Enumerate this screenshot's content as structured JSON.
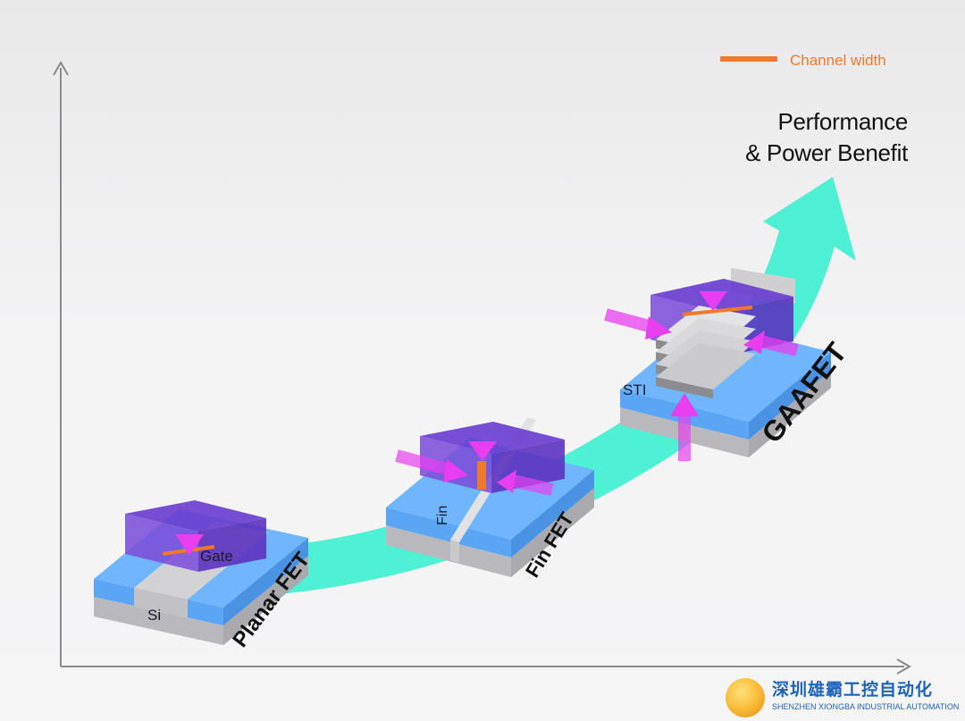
{
  "legend": {
    "label": "Channel width",
    "swatch_color": "#ef7a2c"
  },
  "headline": {
    "line1": "Performance",
    "line2": "& Power Benefit"
  },
  "transistors": [
    {
      "name": "Planar FET",
      "labels": {
        "gate": "Gate",
        "substrate": "Si"
      }
    },
    {
      "name": "Fin FET",
      "labels": {
        "fin": "Fin"
      }
    },
    {
      "name": "GAAFET",
      "labels": {
        "isolation": "STI"
      }
    }
  ],
  "colors": {
    "arrow": "#3ff0cf",
    "gate": "#7b4fd9",
    "field_arrow": "#e83ef0",
    "oxide": "#6fb6ff",
    "silicon": "#c9c9cc",
    "axis": "#8a8a8d"
  },
  "watermark": {
    "company_cn": "深圳雄霸工控自动化",
    "company_en": "SHENZHEN XIONGBA INDUSTRIAL AUTOMATION"
  }
}
